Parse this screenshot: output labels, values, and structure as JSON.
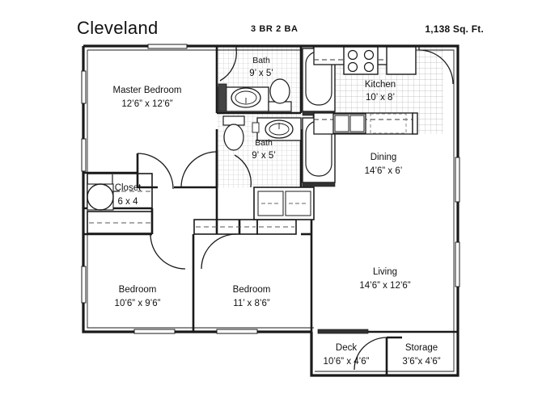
{
  "header": {
    "title": "Cleveland",
    "beds_baths": "3 BR 2 BA",
    "square_feet": "1,138 Sq. Ft."
  },
  "rooms": [
    {
      "id": "master-bedroom",
      "name": "Master Bedroom",
      "dimensions": "12’6” x 12’6”"
    },
    {
      "id": "bath-master",
      "name": "Bath",
      "dimensions": "9’ x 5’"
    },
    {
      "id": "bath-hall",
      "name": "Bath",
      "dimensions": "9’ x 5’"
    },
    {
      "id": "kitchen",
      "name": "Kitchen",
      "dimensions": "10’ x 8’"
    },
    {
      "id": "dining",
      "name": "Dining",
      "dimensions": "14’6” x 6’"
    },
    {
      "id": "living",
      "name": "Living",
      "dimensions": "14’6” x 12’6”"
    },
    {
      "id": "closet",
      "name": "Closet",
      "dimensions": "6 x 4"
    },
    {
      "id": "bedroom-2",
      "name": "Bedroom",
      "dimensions": "10’6” x 9’6”"
    },
    {
      "id": "bedroom-3",
      "name": "Bedroom",
      "dimensions": "11’ x 8’6”"
    },
    {
      "id": "deck",
      "name": "Deck",
      "dimensions": "10’6” x 4’6”"
    },
    {
      "id": "storage",
      "name": "Storage",
      "dimensions": "3’6”x 4’6”"
    }
  ],
  "fixtures": [
    {
      "id": "sink-master-bath",
      "label": "sink-icon"
    },
    {
      "id": "toilet-master-bath",
      "label": "toilet-icon"
    },
    {
      "id": "tub-master-bath",
      "label": "bathtub-icon"
    },
    {
      "id": "sink-hall-bath",
      "label": "sink-icon"
    },
    {
      "id": "toilet-hall-bath",
      "label": "toilet-icon"
    },
    {
      "id": "tub-hall-bath",
      "label": "bathtub-icon"
    },
    {
      "id": "range-kitchen",
      "label": "stove-range-icon"
    },
    {
      "id": "sink-kitchen",
      "label": "kitchen-sink-icon"
    },
    {
      "id": "refrigerator",
      "label": "refrigerator-icon"
    },
    {
      "id": "washer-dryer",
      "label": "washer-dryer-icon"
    },
    {
      "id": "water-heater",
      "label": "water-heater-icon"
    }
  ],
  "colors": {
    "wall": "#1a1a1a",
    "thin_line": "#333333",
    "tile_grid": "#b9b9b9",
    "background": "#ffffff",
    "text": "#111111"
  }
}
